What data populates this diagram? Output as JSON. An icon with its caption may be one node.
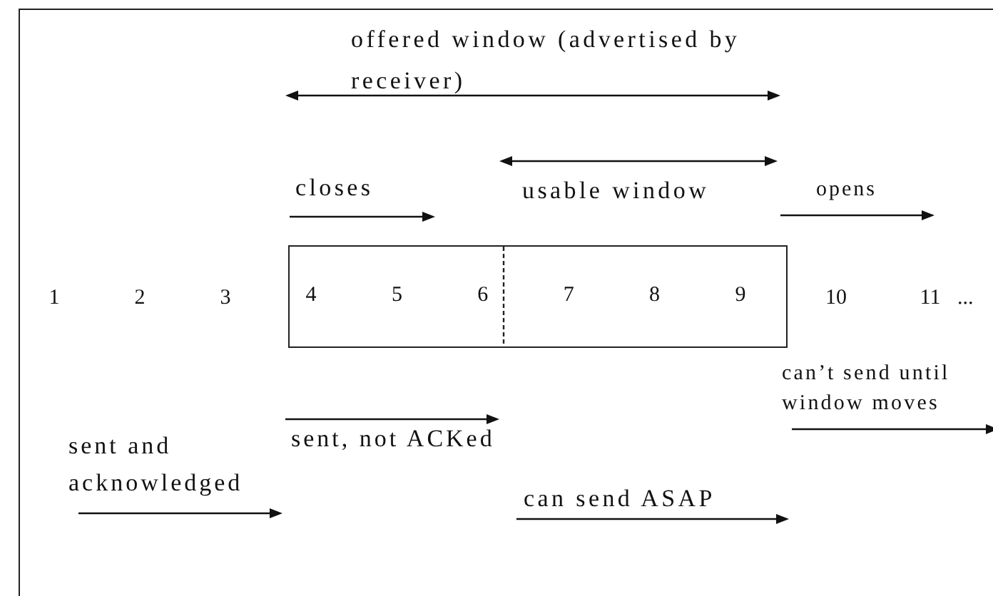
{
  "diagram": {
    "nodes": [
      {
        "text": [
          "4",
          "5",
          "6",
          "7",
          "8",
          "9"
        ]
      }
    ],
    "labels": [
      "offered window (advertised by receiver)",
      "closes",
      "usable window",
      "opens",
      "1",
      "2",
      "3",
      "10",
      "11",
      "...",
      "can’t send until window moves",
      "sent and acknowledged",
      "sent, not ACKed",
      "can send ASAP"
    ]
  }
}
